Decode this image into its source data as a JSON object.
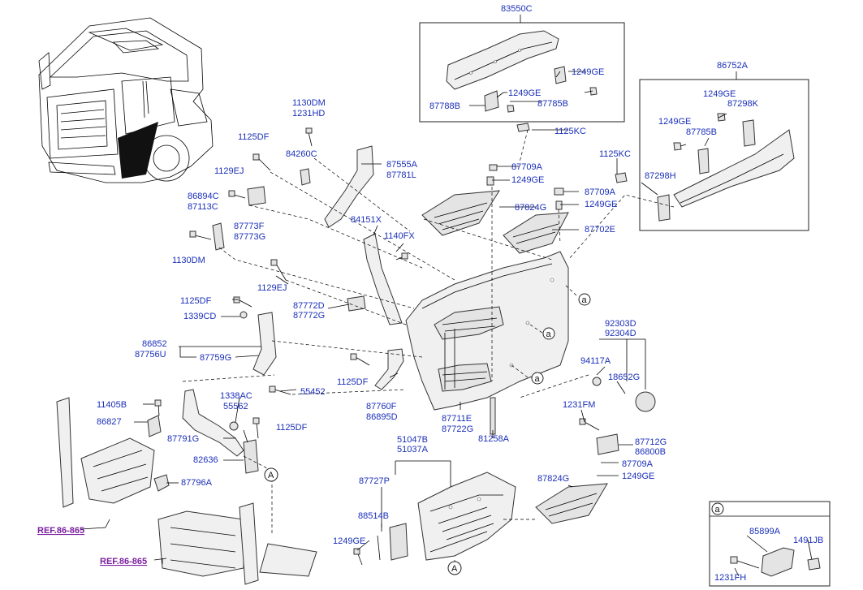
{
  "diagram": {
    "labels": {
      "l83550C": "83550C",
      "l86752A": "86752A",
      "l1249GE_a": "1249GE",
      "l1249GE_b": "1249GE",
      "l87788B": "87788B",
      "l87785B_a": "87785B",
      "l1125KC_a": "1125KC",
      "l1249GE_c": "1249GE",
      "l87298K": "87298K",
      "l1249GE_d": "1249GE",
      "l87785B_b": "87785B",
      "l1125KC_b": "1125KC",
      "l87298H": "87298H",
      "l1130DM_a": "1130DM",
      "l1231HD": "1231HD",
      "l1125DF_a": "1125DF",
      "l84260C": "84260C",
      "l87555A": "87555A",
      "l87781L": "87781L",
      "l1129EJ_a": "1129EJ",
      "l86894C": "86894C",
      "l87113C": "87113C",
      "l87773F": "87773F",
      "l87773G": "87773G",
      "l1130DM_b": "1130DM",
      "l87709A_a": "87709A",
      "l1249GE_e": "1249GE",
      "l87709A_b": "87709A",
      "l1249GE_f": "1249GE",
      "l87824G_a": "87824G",
      "l87702E": "87702E",
      "l84151X": "84151X",
      "l1140FX": "1140FX",
      "l1129EJ_b": "1129EJ",
      "l1125DF_b": "1125DF",
      "l1339CD": "1339CD",
      "l87772D": "87772D",
      "l87772G": "87772G",
      "l86852": "86852",
      "l87756U": "87756U",
      "l87759G": "87759G",
      "l92303D": "92303D",
      "l92304D": "92304D",
      "l94117A": "94117A",
      "l18652G": "18652G",
      "l1125DF_c": "1125DF",
      "l1338AC": "1338AC",
      "l55562": "55562",
      "l55452": "55452",
      "l87760F": "87760F",
      "l86895D": "86895D",
      "l87711E": "87711E",
      "l87722G": "87722G",
      "l81258A": "81258A",
      "l1231FM": "1231FM",
      "l87712G": "87712G",
      "l86800B": "86800B",
      "l87709A_c": "87709A",
      "l1249GE_g": "1249GE",
      "l11405B": "11405B",
      "l86827": "86827",
      "l87791G": "87791G",
      "l1125DF_d": "1125DF",
      "l82636": "82636",
      "l87796A": "87796A",
      "l51047B": "51047B",
      "l51037A": "51037A",
      "l87727P": "87727P",
      "l88514B": "88514B",
      "l1249GE_h": "1249GE",
      "l87824G_b": "87824G",
      "l85899A": "85899A",
      "l1491JB": "1491JB",
      "l1231FH": "1231FH",
      "ref1": "REF.86-865",
      "ref2": "REF.86-865"
    },
    "markers": {
      "a1": "a",
      "a2": "a",
      "a3": "a",
      "a_detail": "a",
      "A1": "A",
      "A2": "A"
    }
  }
}
